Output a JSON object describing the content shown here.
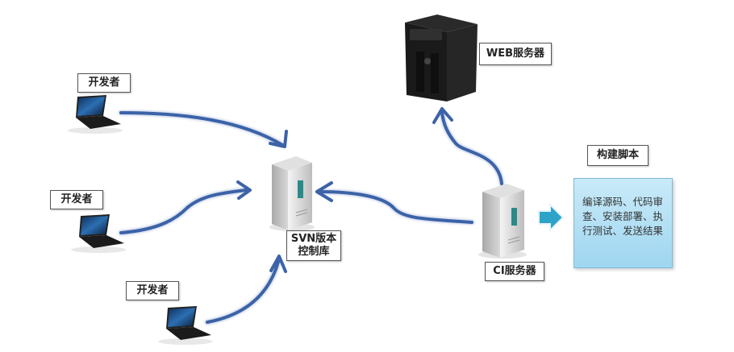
{
  "developers": [
    {
      "label": "开发者"
    },
    {
      "label": "开发者"
    },
    {
      "label": "开发者"
    }
  ],
  "svn_server": {
    "label_line1": "SVN版本",
    "label_line2": "控制库"
  },
  "ci_server": {
    "label": "CI服务器"
  },
  "web_server": {
    "label": "WEB服务器"
  },
  "build_script": {
    "title": "构建脚本",
    "description": "编译源码、代码审查、安装部署、执行测试、发送结果"
  },
  "colors": {
    "arrow": "#3c63a8",
    "script_box": "#b5e0f4",
    "small_arrow": "#2ea3c8"
  }
}
